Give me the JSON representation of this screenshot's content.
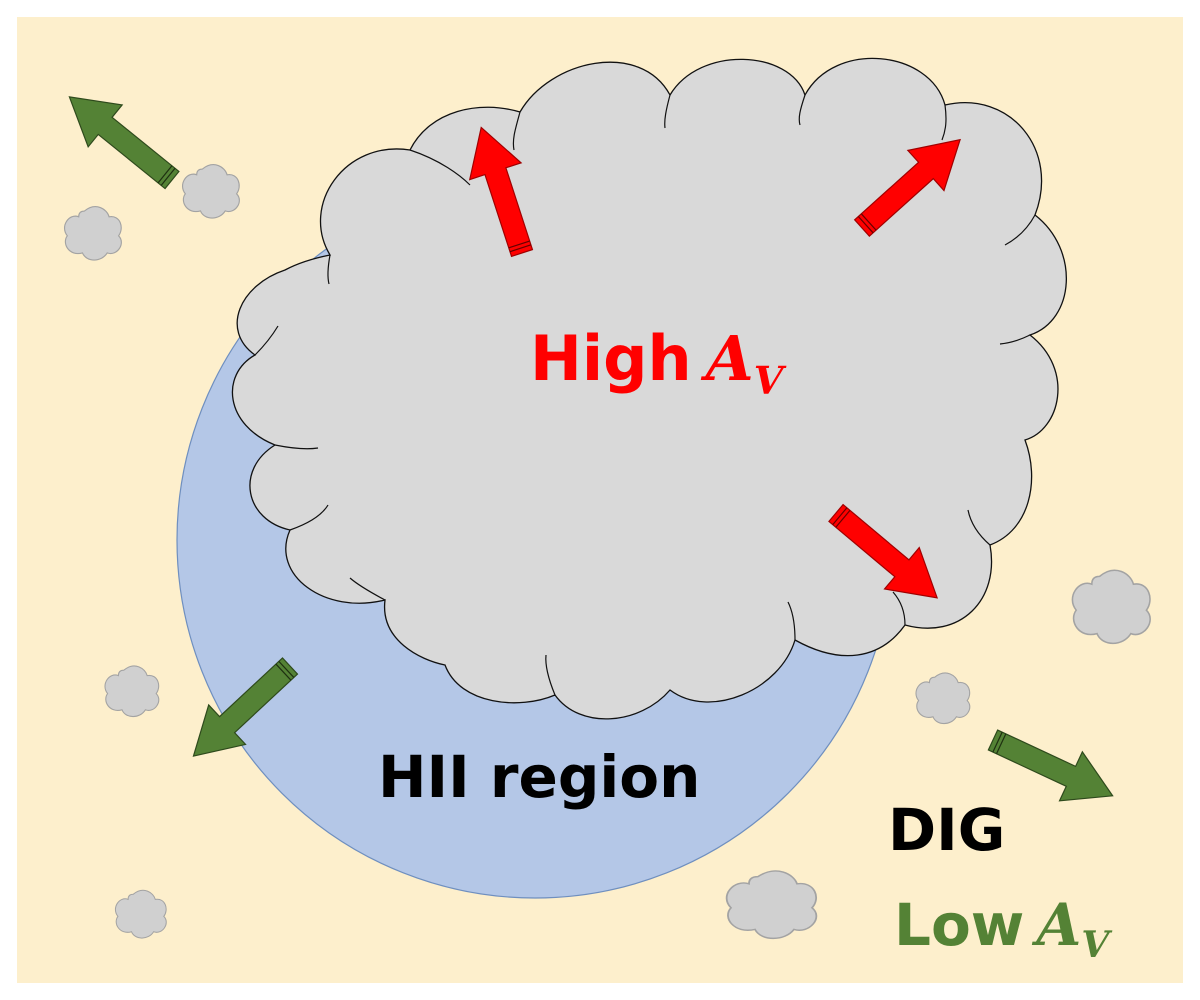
{
  "labels": {
    "high_prefix": "High",
    "high_symbol": "A",
    "high_sub": "V",
    "hii_region": "HII region",
    "dig": "DIG",
    "low_prefix": "Low",
    "low_symbol": "A",
    "low_sub": "V"
  },
  "colors": {
    "background": "#fdefcc",
    "hii_region": "#b4c7e7",
    "cloud": "#d9d9d9",
    "clump": "#d0d0d0",
    "high_av_arrow": "#ff0000",
    "low_av_arrow": "#548235",
    "high_av_text": "#ff0000",
    "low_av_text": "#548235",
    "text": "#000000"
  },
  "icons": {
    "high_av_arrows": "red-arrow-icon",
    "low_av_arrows": "green-arrow-icon",
    "clumps": "small-cloud-icon"
  }
}
